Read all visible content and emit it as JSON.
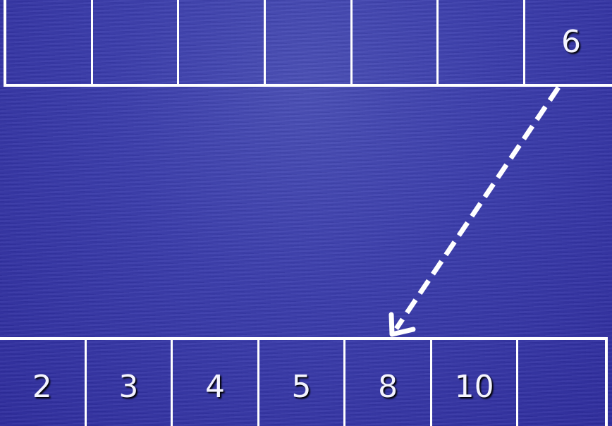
{
  "top_array": {
    "cells": [
      "",
      "",
      "",
      "",
      "",
      "",
      "6"
    ]
  },
  "bottom_array": {
    "cells": [
      "2",
      "3",
      "4",
      "5",
      "8",
      "10",
      ""
    ]
  },
  "colors": {
    "background": "#3a3cab",
    "border": "#ffffff",
    "text": "#f4f4ff",
    "arrow": "#ffffff"
  }
}
